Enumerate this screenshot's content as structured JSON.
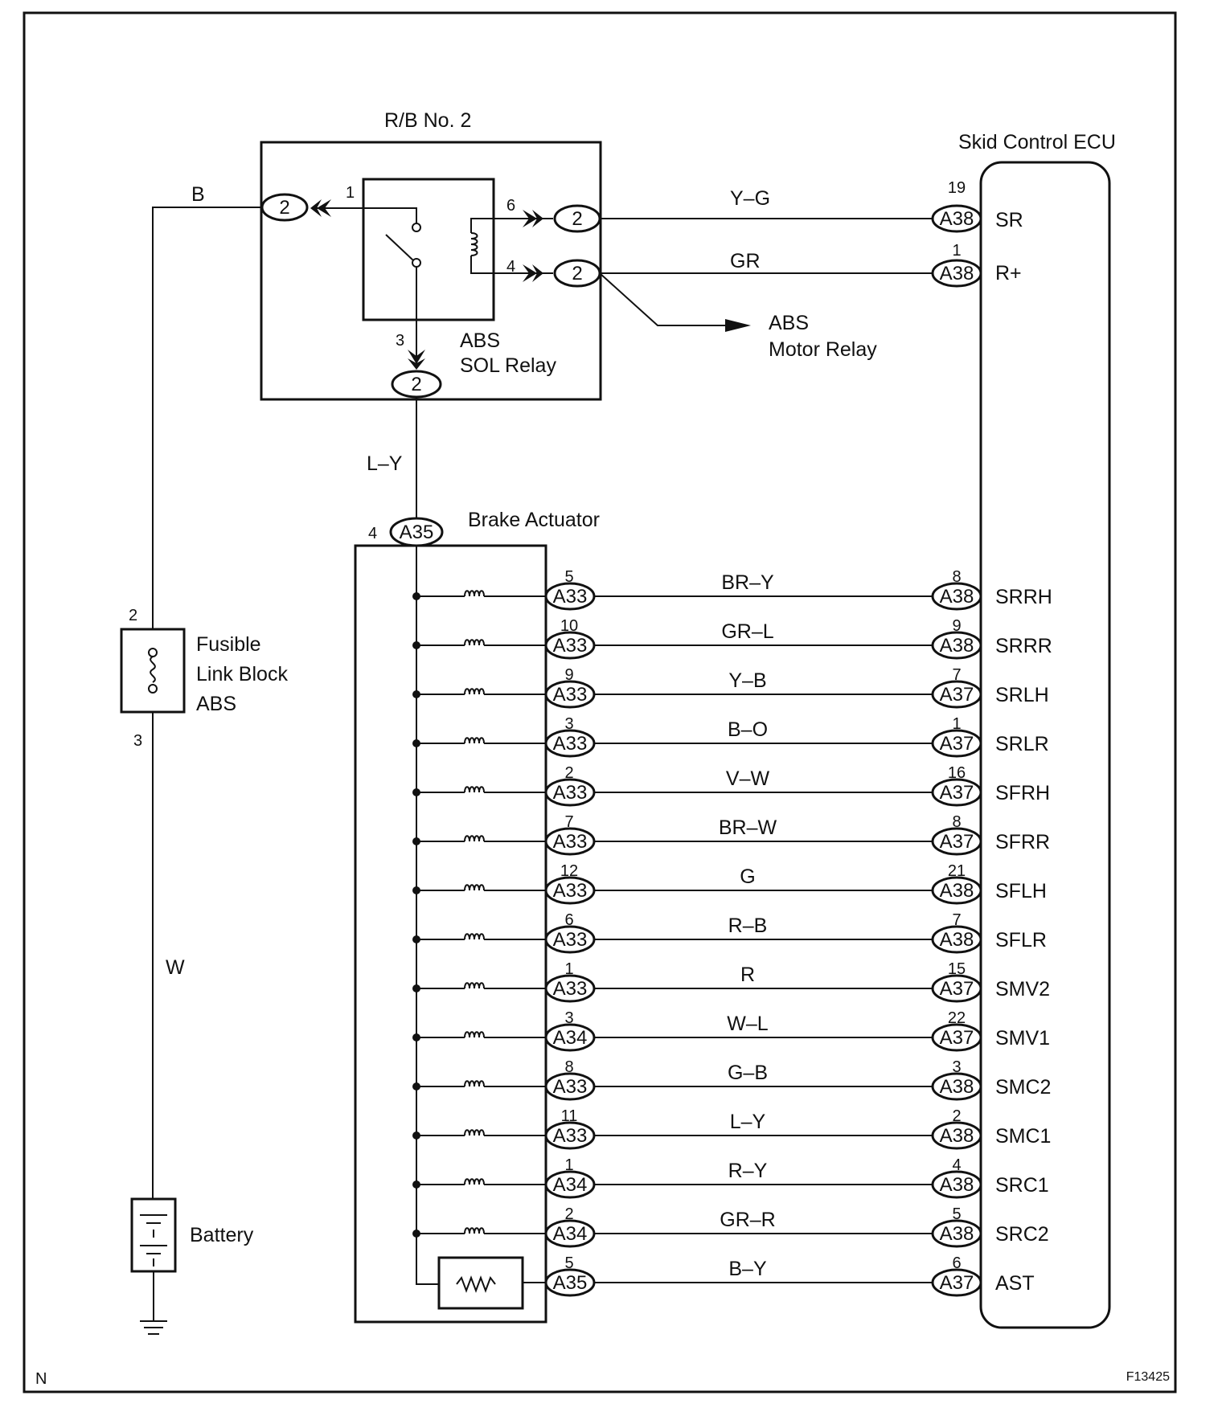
{
  "components": {
    "rb_title": "R/B No. 2",
    "ecu_title": "Skid Control ECU",
    "sol_relay": [
      "ABS",
      "SOL Relay"
    ],
    "motor_relay": [
      "ABS",
      "Motor Relay"
    ],
    "brake_actuator": "Brake Actuator",
    "fusible_link": [
      "Fusible",
      "Link Block",
      "ABS"
    ],
    "battery": "Battery"
  },
  "wires": {
    "b": "B",
    "w": "W",
    "ly": "L–Y",
    "yg": "Y–G",
    "gr": "GR"
  },
  "pins": {
    "relay_1": "1",
    "relay_6": "6",
    "relay_4": "4",
    "relay_3": "3",
    "fusible_top": "2",
    "fusible_bottom": "3",
    "a35_pin": "4",
    "rb_conn": "2",
    "a35_conn": "A35"
  },
  "ecu_top": [
    {
      "pin": "19",
      "conn": "A38",
      "terminal": "SR"
    },
    {
      "pin": "1",
      "conn": "A38",
      "terminal": "R+"
    }
  ],
  "rows": [
    {
      "apin": "5",
      "aconn": "A33",
      "wire": "BR–Y",
      "epin": "8",
      "econn": "A38",
      "terminal": "SRRH"
    },
    {
      "apin": "10",
      "aconn": "A33",
      "wire": "GR–L",
      "epin": "9",
      "econn": "A38",
      "terminal": "SRRR"
    },
    {
      "apin": "9",
      "aconn": "A33",
      "wire": "Y–B",
      "epin": "7",
      "econn": "A37",
      "terminal": "SRLH"
    },
    {
      "apin": "3",
      "aconn": "A33",
      "wire": "B–O",
      "epin": "1",
      "econn": "A37",
      "terminal": "SRLR"
    },
    {
      "apin": "2",
      "aconn": "A33",
      "wire": "V–W",
      "epin": "16",
      "econn": "A37",
      "terminal": "SFRH"
    },
    {
      "apin": "7",
      "aconn": "A33",
      "wire": "BR–W",
      "epin": "8",
      "econn": "A37",
      "terminal": "SFRR"
    },
    {
      "apin": "12",
      "aconn": "A33",
      "wire": "G",
      "epin": "21",
      "econn": "A38",
      "terminal": "SFLH"
    },
    {
      "apin": "6",
      "aconn": "A33",
      "wire": "R–B",
      "epin": "7",
      "econn": "A38",
      "terminal": "SFLR"
    },
    {
      "apin": "1",
      "aconn": "A33",
      "wire": "R",
      "epin": "15",
      "econn": "A37",
      "terminal": "SMV2"
    },
    {
      "apin": "3",
      "aconn": "A34",
      "wire": "W–L",
      "epin": "22",
      "econn": "A37",
      "terminal": "SMV1"
    },
    {
      "apin": "8",
      "aconn": "A33",
      "wire": "G–B",
      "epin": "3",
      "econn": "A38",
      "terminal": "SMC2"
    },
    {
      "apin": "11",
      "aconn": "A33",
      "wire": "L–Y",
      "epin": "2",
      "econn": "A38",
      "terminal": "SMC1"
    },
    {
      "apin": "1",
      "aconn": "A34",
      "wire": "R–Y",
      "epin": "4",
      "econn": "A38",
      "terminal": "SRC1"
    },
    {
      "apin": "2",
      "aconn": "A34",
      "wire": "GR–R",
      "epin": "5",
      "econn": "A38",
      "terminal": "SRC2"
    },
    {
      "apin": "5",
      "aconn": "A35",
      "wire": "B–Y",
      "epin": "6",
      "econn": "A37",
      "terminal": "AST"
    }
  ],
  "footer": {
    "left": "N",
    "right": "F13425"
  }
}
